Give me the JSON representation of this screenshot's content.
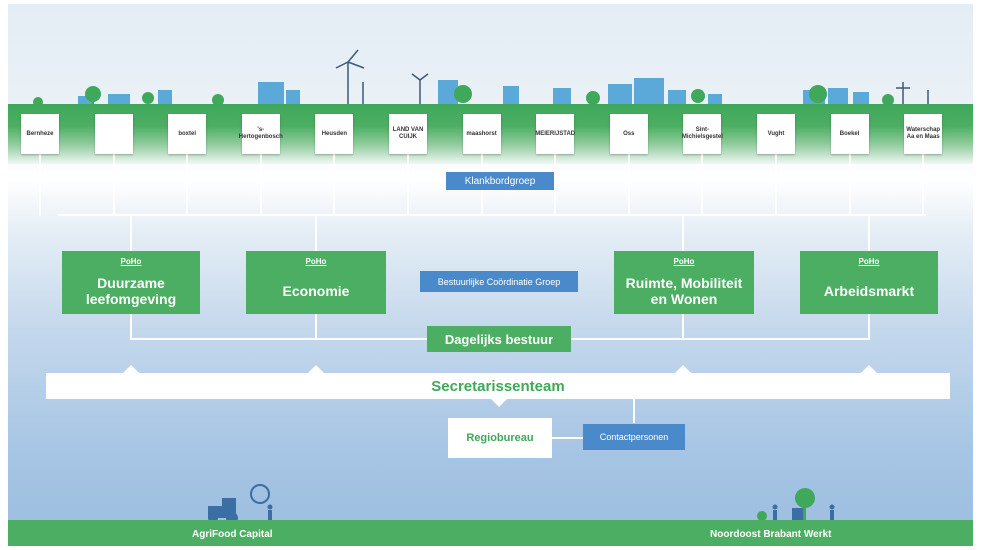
{
  "colors": {
    "green": "#4cae63",
    "dark_green": "#3fa85a",
    "blue": "#4a8acb",
    "white": "#ffffff"
  },
  "municipalities": [
    {
      "name": "",
      "text": "Bernheze",
      "icon": "plant-logo"
    },
    {
      "name": "",
      "text": "",
      "icon": "shield-crest-logo"
    },
    {
      "name": "",
      "text": "boxtel",
      "icon": "wordmark"
    },
    {
      "name": "",
      "text": "'s-Hertogenbosch",
      "icon": "crest-wordmark"
    },
    {
      "name": "",
      "text": "Heusden",
      "icon": "tree-logo"
    },
    {
      "name": "",
      "text": "LAND VAN CUIJK",
      "icon": "red-frame-logo"
    },
    {
      "name": "",
      "text": "maashorst",
      "icon": "wordmark"
    },
    {
      "name": "",
      "text": "MEIERIJSTAD",
      "icon": "m-logo"
    },
    {
      "name": "",
      "text": "Oss",
      "icon": "wave-logo"
    },
    {
      "name": "",
      "text": "Sint-Michielsgestel",
      "icon": "swirl-logo"
    },
    {
      "name": "",
      "text": "Vught",
      "icon": "crest-wordmark"
    },
    {
      "name": "",
      "text": "Boekel",
      "icon": "flag-logo"
    },
    {
      "name": "",
      "text": "Waterschap Aa en Maas",
      "icon": "wave-logo"
    }
  ],
  "klankbordgroep": "Klankbordgroep",
  "bestuurlijke": "Bestuurlijke Coördinatie Groep",
  "poho_tag": "PoHo",
  "poho_boxes": [
    {
      "title": "Duurzame\nleefomgeving"
    },
    {
      "title": "Economie"
    },
    {
      "title": "Ruimte, Mobiliteit\nen Wonen"
    },
    {
      "title": "Arbeidsmarkt"
    }
  ],
  "dagelijks_bestuur": "Dagelijks bestuur",
  "secretarissenteam": "Secretarissenteam",
  "regiobureau": "Regiobureau",
  "contactpersonen": "Contactpersonen",
  "bottom": {
    "left_label": "AgriFood Capital",
    "right_label": "Noordoost Brabant Werkt"
  }
}
